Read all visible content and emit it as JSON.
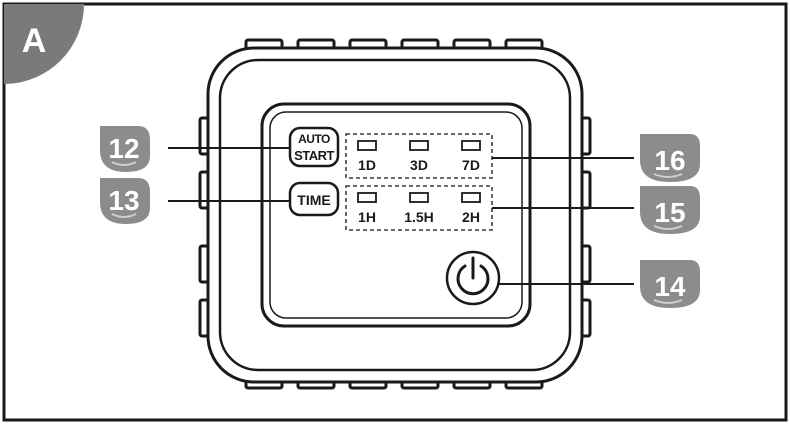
{
  "corner_label": "A",
  "buttons": {
    "auto_start_line1": "AUTO",
    "auto_start_line2": "START",
    "time": "TIME"
  },
  "day_indicators": [
    "1D",
    "3D",
    "7D"
  ],
  "hour_indicators": [
    "1H",
    "1.5H",
    "2H"
  ],
  "callouts": {
    "auto_start": "12",
    "time": "13",
    "power": "14",
    "hour_group": "15",
    "day_group": "16"
  },
  "colors": {
    "callout_badge": "#8c8c8c",
    "corner_badge": "#7a7a7a",
    "outline": "#1a1a1a"
  },
  "icons": {
    "power": "power-icon"
  }
}
